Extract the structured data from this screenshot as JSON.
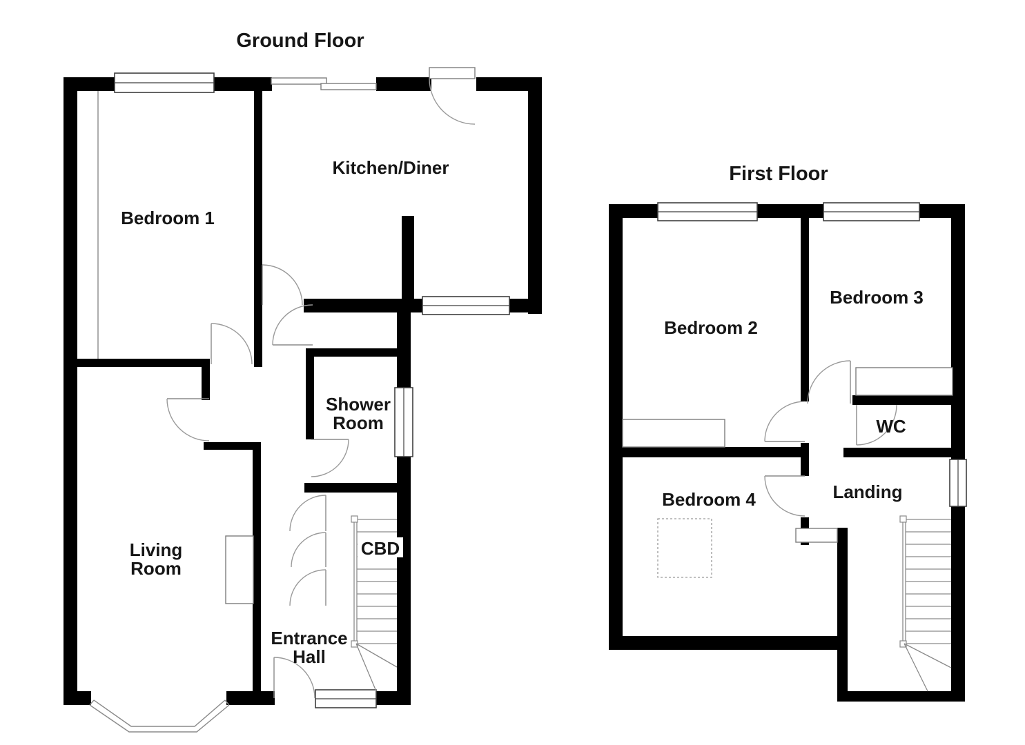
{
  "document": {
    "type": "floorplan",
    "background": "#ffffff"
  },
  "colors": {
    "wall": "#000000",
    "door_arc": "#9a9a9a",
    "window_outline": "#3f3f3f",
    "fixture_line": "#7d7d7d",
    "text": "#161616"
  },
  "ground_floor": {
    "title": "Ground Floor",
    "rooms": {
      "bedroom1": "Bedroom 1",
      "kitchen": "Kitchen/Diner",
      "shower_l1": "Shower",
      "shower_l2": "Room",
      "living_l1": "Living",
      "living_l2": "Room",
      "cbd": "CBD",
      "entrance_l1": "Entrance",
      "entrance_l2": "Hall"
    }
  },
  "first_floor": {
    "title": "First Floor",
    "rooms": {
      "bedroom2": "Bedroom 2",
      "bedroom3": "Bedroom 3",
      "wc": "WC",
      "landing": "Landing",
      "bedroom4": "Bedroom 4"
    }
  }
}
